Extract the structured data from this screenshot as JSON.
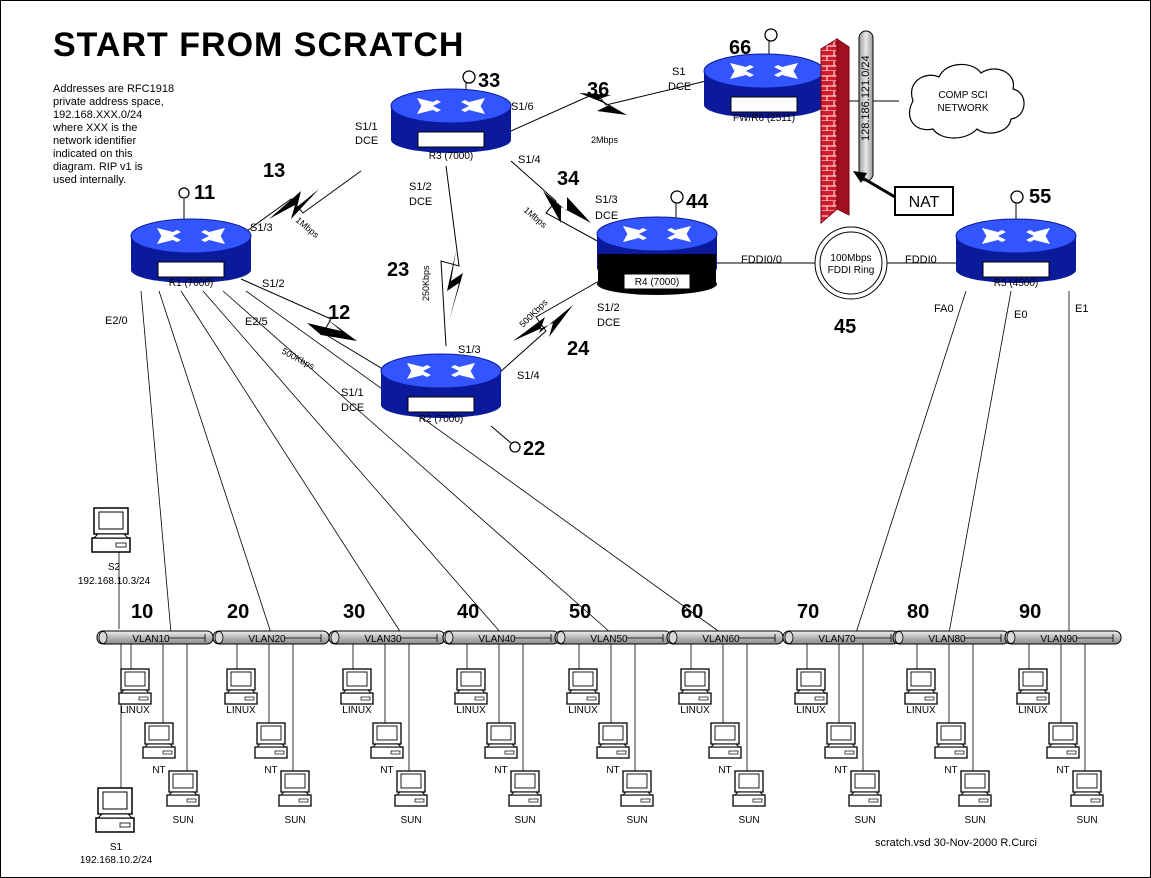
{
  "title": "START FROM SCRATCH",
  "notes": [
    "Addresses are RFC1918",
    "private address space,",
    "192.168.XXX.0/24",
    "where XXX is the",
    "network identifier",
    "indicated on this",
    "diagram.  RIP v1 is",
    "used internally."
  ],
  "footer": "scratch.vsd  30-Nov-2000  R.Curci",
  "routers": {
    "r1": {
      "label": "R1 (7000)",
      "net": "11"
    },
    "r2": {
      "label": "R2 (7000)",
      "net": "22"
    },
    "r3": {
      "label": "R3 (7000)",
      "net": "33"
    },
    "r4": {
      "label": "R4 (7000)",
      "net": "44"
    },
    "r5": {
      "label": "R5 (4500)",
      "net": "55"
    },
    "r6": {
      "label": "FW/R6 (2511)",
      "net": "66"
    }
  },
  "links": {
    "l13": {
      "net": "13",
      "speed": "1Mbps"
    },
    "l12": {
      "net": "12",
      "speed": "500Kbps"
    },
    "l23": {
      "net": "23",
      "speed": "250Kbps"
    },
    "l34": {
      "net": "34",
      "speed": "1Mbps"
    },
    "l24": {
      "net": "24",
      "speed": "500Kbps"
    },
    "l36": {
      "net": "36",
      "speed": "2Mbps"
    },
    "fddi": {
      "net": "45",
      "line1": "100Mbps",
      "line2": "FDDI Ring"
    }
  },
  "interfaces": {
    "r1_s13": "S1/3",
    "r1_s12": "S1/2",
    "r1_e20": "E2/0",
    "r1_e25": "E2/5",
    "r3_s11": "S1/1",
    "r3_dce1": "DCE",
    "r3_s16": "S1/6",
    "r3_s14": "S1/4",
    "r3_s12": "S1/2",
    "r3_dce2": "DCE",
    "r2_s13": "S1/3",
    "r2_s11": "S1/1",
    "r2_dce": "DCE",
    "r2_s14": "S1/4",
    "r4_s13": "S1/3",
    "r4_dce1": "DCE",
    "r4_s12": "S1/2",
    "r4_dce2": "DCE",
    "r4_fddi": "FDDI0/0",
    "r5_fddi": "FDDI0",
    "r5_fa0": "FA0",
    "r5_e0": "E0",
    "r5_e1": "E1",
    "r6_s1": "S1",
    "r6_dce": "DCE"
  },
  "external": {
    "fw_net": "128.186.121.0/24",
    "cloud_line1": "COMP SCI",
    "cloud_line2": "NETWORK",
    "nat": "NAT"
  },
  "servers": {
    "s2": {
      "name": "S2",
      "ip": "192.168.10.3/24"
    },
    "s1": {
      "name": "S1",
      "ip": "192.168.10.2/24"
    }
  },
  "vlans": [
    {
      "net": "10",
      "name": "VLAN10"
    },
    {
      "net": "20",
      "name": "VLAN20"
    },
    {
      "net": "30",
      "name": "VLAN30"
    },
    {
      "net": "40",
      "name": "VLAN40"
    },
    {
      "net": "50",
      "name": "VLAN50"
    },
    {
      "net": "60",
      "name": "VLAN60"
    },
    {
      "net": "70",
      "name": "VLAN70"
    },
    {
      "net": "80",
      "name": "VLAN80"
    },
    {
      "net": "90",
      "name": "VLAN90"
    }
  ],
  "hosts": {
    "linux": "LINUX",
    "nt": "NT",
    "sun": "SUN"
  },
  "colors": {
    "router_blue": "#1a3cff",
    "router_dark": "#0a1a9a",
    "bus_gray": "#c8c8c8",
    "firewall_red": "#c8102e"
  }
}
